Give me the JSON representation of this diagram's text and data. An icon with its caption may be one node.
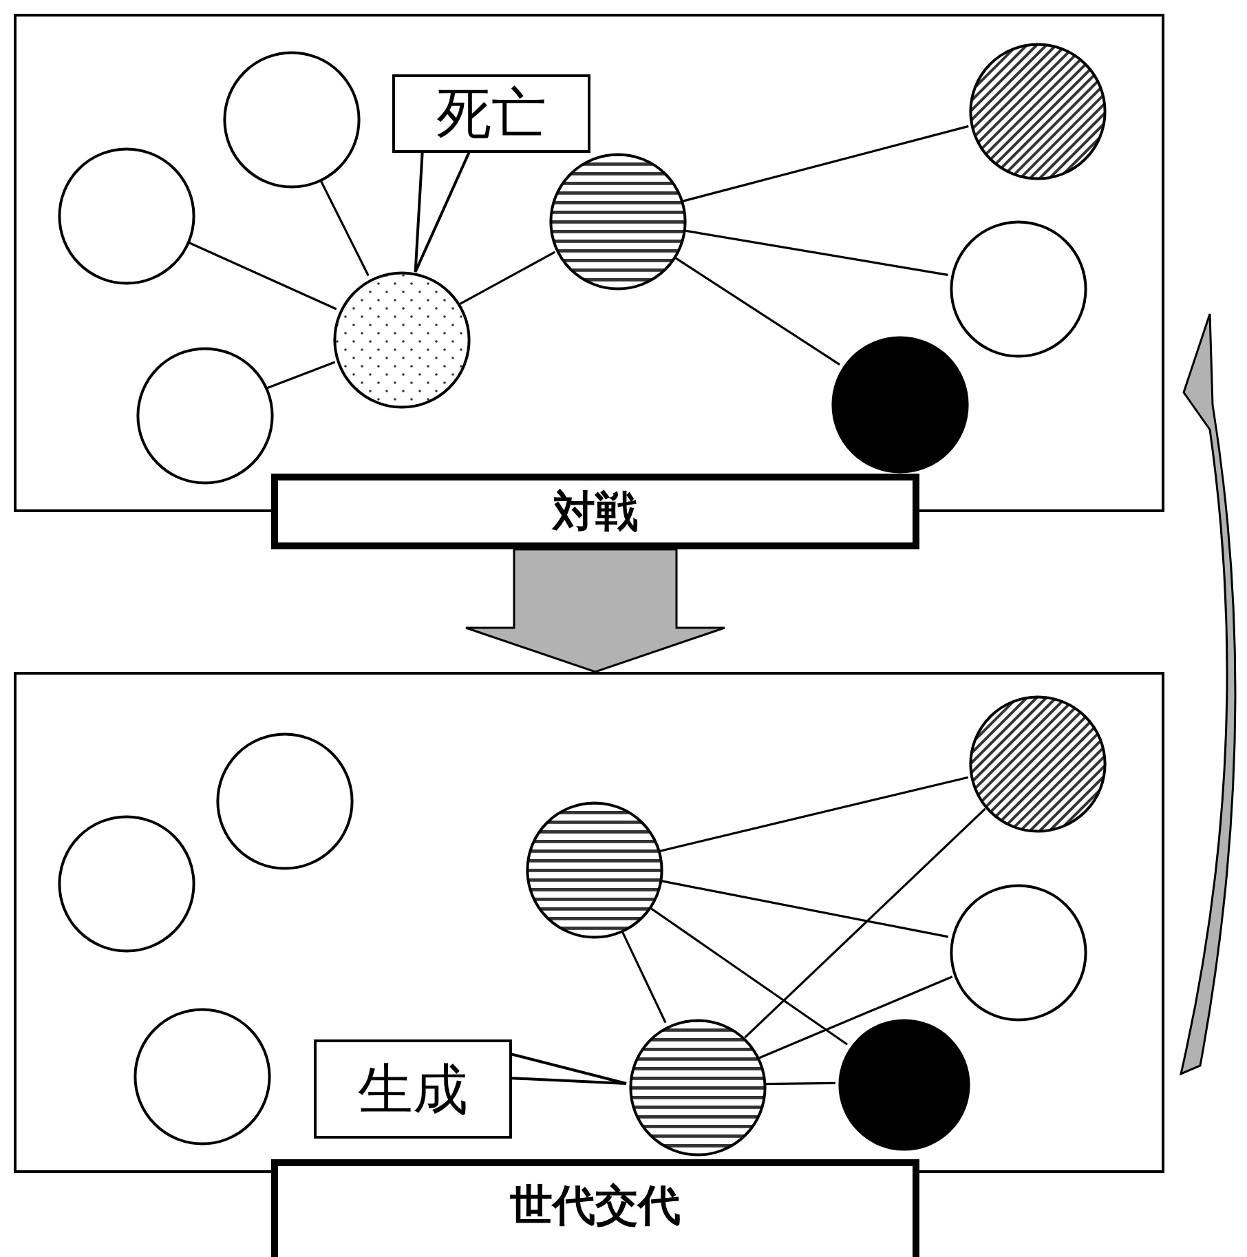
{
  "diagram": {
    "nodes": [
      {
        "text": [],
        "shape": "box"
      },
      {
        "text": [],
        "shape": "circle",
        "in": 0
      },
      {
        "text": [],
        "shape": "circle",
        "in": 0
      },
      {
        "text": [
          "死亡"
        ],
        "in": 0
      },
      {
        "text": [],
        "shape": "circle",
        "in": 0
      },
      {
        "text": [],
        "shape": "circle",
        "in": 0
      },
      {
        "text": [],
        "shape": "circle",
        "in": 0
      },
      {
        "text": [],
        "shape": "circle",
        "in": 0
      },
      {
        "text": [],
        "shape": "circle",
        "in": 0
      },
      {
        "text": [],
        "shape": "circle",
        "in": 0
      },
      {
        "text": [
          "対戦"
        ]
      },
      {
        "text": [],
        "shape": "box"
      },
      {
        "text": [],
        "shape": "circle",
        "in": 11
      },
      {
        "text": [],
        "shape": "circle",
        "in": 11
      },
      {
        "text": [],
        "shape": "circle",
        "in": 11
      },
      {
        "text": [],
        "shape": "circle",
        "in": 11
      },
      {
        "text": [],
        "shape": "circle",
        "in": 11
      },
      {
        "text": [],
        "shape": "circle",
        "in": 11
      },
      {
        "text": [],
        "shape": "circle",
        "in": 11
      },
      {
        "text": [
          "生成"
        ],
        "in": 11
      },
      {
        "text": [],
        "shape": "circle",
        "in": 11
      },
      {
        "text": [
          "世代交代"
        ]
      }
    ],
    "edges": [
      {
        "from": 1,
        "to": 4,
        "arrow": "none"
      },
      {
        "from": 2,
        "to": 4,
        "arrow": "none"
      },
      {
        "from": 3,
        "to": 4,
        "arrow": "none"
      },
      {
        "from": 9,
        "to": 4,
        "arrow": "none"
      },
      {
        "from": 4,
        "to": 5,
        "arrow": "none"
      },
      {
        "from": 5,
        "to": 6,
        "arrow": "none"
      },
      {
        "from": 5,
        "to": 7,
        "arrow": "none"
      },
      {
        "from": 5,
        "to": 8,
        "arrow": "none"
      },
      {
        "from": 10,
        "to": 11,
        "arrow": "to"
      },
      {
        "from": 14,
        "to": 15,
        "arrow": "none"
      },
      {
        "from": 14,
        "to": 16,
        "arrow": "none"
      },
      {
        "from": 14,
        "to": 17,
        "arrow": "none"
      },
      {
        "from": 14,
        "to": 20,
        "arrow": "none"
      },
      {
        "from": 20,
        "to": 15,
        "arrow": "none"
      },
      {
        "from": 20,
        "to": 16,
        "arrow": "none"
      },
      {
        "from": 20,
        "to": 17,
        "arrow": "none"
      },
      {
        "from": 19,
        "to": 20,
        "arrow": "none"
      },
      {
        "from": 11,
        "to": 0,
        "arrow": "to"
      }
    ]
  }
}
